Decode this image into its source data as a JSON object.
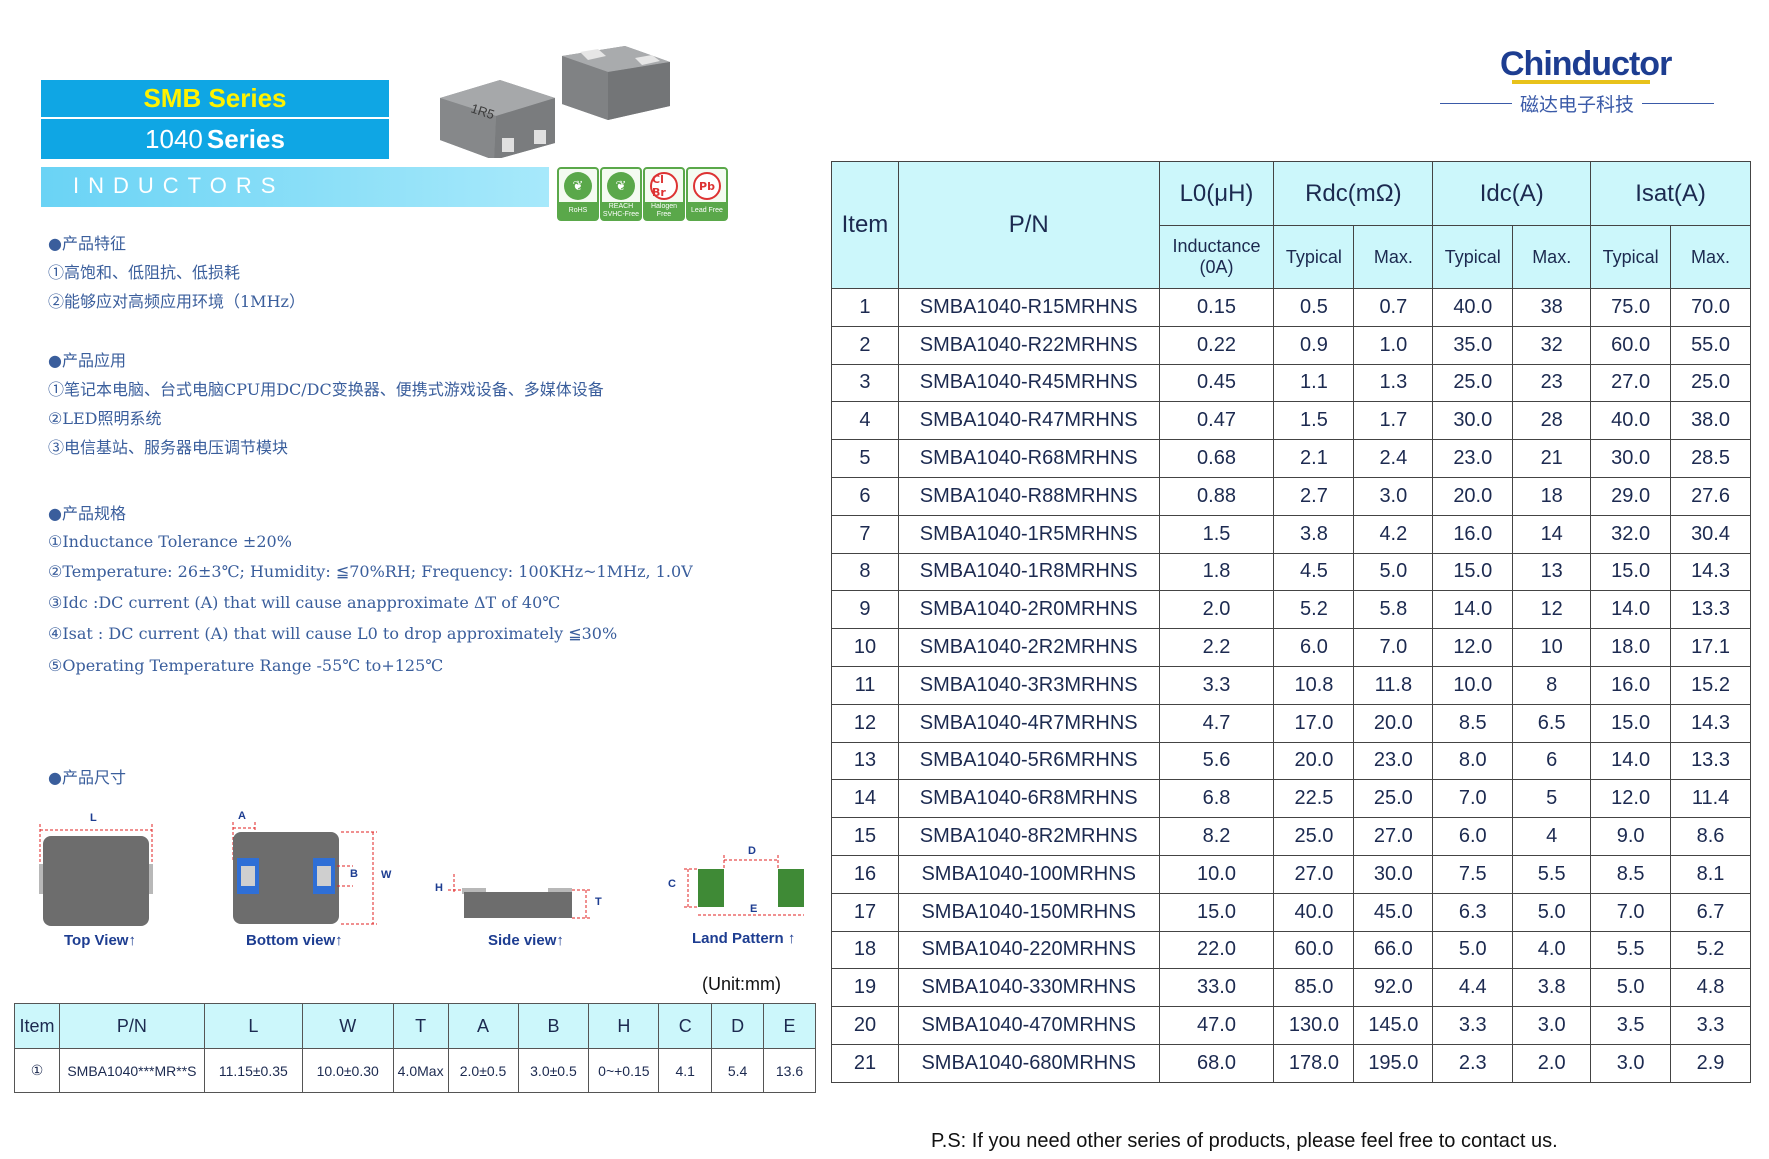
{
  "header": {
    "series_line1": "SMB Series",
    "series_line2_num": "1040",
    "series_line2_word": "Series",
    "category": "INDUCTORS",
    "badges": [
      {
        "icon": "leaf-icon",
        "label": "RoHS"
      },
      {
        "icon": "leaf-icon",
        "label": "REACH SVHC-Free"
      },
      {
        "icon": "no-halogen-icon",
        "label": "Halogen Free",
        "symbol": "Cl Br"
      },
      {
        "icon": "no-lead-icon",
        "label": "Lead Free",
        "symbol": "Pb"
      }
    ],
    "product_marking": "1R5"
  },
  "logo": {
    "brand": "Chinductor",
    "subtitle": "磁达电子科技",
    "brand_color": "#1d3d91",
    "accent_color": "#e8c21a"
  },
  "features": {
    "title": "●产品特征",
    "items": [
      "①高饱和、低阻抗、低损耗",
      "②能够应对高频应用环境（1MHz）"
    ]
  },
  "applications": {
    "title": "●产品应用",
    "items": [
      "①笔记本电脑、台式电脑CPU用DC/DC变换器、便携式游戏设备、多媒体设备",
      "②LED照明系统",
      "③电信基站、服务器电压调节模块"
    ]
  },
  "specs": {
    "title": "●产品规格",
    "items": [
      "①Inductance Tolerance ±20%",
      "②Temperature: 26±3℃; Humidity: ≦70%RH; Frequency: 100KHz~1MHz, 1.0V",
      "③Idc :DC current (A) that will cause anapproximate ΔT of 40℃",
      "④Isat : DC current (A) that will cause L0 to drop approximately ≦30%",
      "⑤Operating Temperature Range -55℃ to+125℃"
    ]
  },
  "dimensions": {
    "title": "●产品尺寸",
    "views": {
      "top": "Top View↑",
      "bottom": "Bottom view↑",
      "side": "Side view↑",
      "land": "Land Pattern ↑"
    },
    "labels": {
      "L": "L",
      "A": "A",
      "B": "B",
      "W": "W",
      "H": "H",
      "T": "T",
      "C": "C",
      "D": "D",
      "E": "E"
    },
    "unit": "(Unit:mm)",
    "table": {
      "headers": [
        "Item",
        "P/N",
        "L",
        "W",
        "T",
        "A",
        "B",
        "H",
        "C",
        "D",
        "E"
      ],
      "row": [
        "①",
        "SMBA1040***MR**S",
        "11.15±0.35",
        "10.0±0.30",
        "4.0Max",
        "2.0±0.5",
        "3.0±0.5",
        "0~+0.15",
        "4.1",
        "5.4",
        "13.6"
      ]
    }
  },
  "main_table": {
    "headers": {
      "item": "Item",
      "pn": "P/N",
      "l0": "L0(μH)",
      "rdc": "Rdc(mΩ)",
      "idc": "Idc(A)",
      "isat": "Isat(A)",
      "inductance": "Inductance",
      "inductance_sub": "(0A)",
      "typical": "Typical",
      "max": "Max."
    },
    "rows": [
      [
        "1",
        "SMBA1040-R15MRHNS",
        "0.15",
        "0.5",
        "0.7",
        "40.0",
        "38",
        "75.0",
        "70.0"
      ],
      [
        "2",
        "SMBA1040-R22MRHNS",
        "0.22",
        "0.9",
        "1.0",
        "35.0",
        "32",
        "60.0",
        "55.0"
      ],
      [
        "3",
        "SMBA1040-R45MRHNS",
        "0.45",
        "1.1",
        "1.3",
        "25.0",
        "23",
        "27.0",
        "25.0"
      ],
      [
        "4",
        "SMBA1040-R47MRHNS",
        "0.47",
        "1.5",
        "1.7",
        "30.0",
        "28",
        "40.0",
        "38.0"
      ],
      [
        "5",
        "SMBA1040-R68MRHNS",
        "0.68",
        "2.1",
        "2.4",
        "23.0",
        "21",
        "30.0",
        "28.5"
      ],
      [
        "6",
        "SMBA1040-R88MRHNS",
        "0.88",
        "2.7",
        "3.0",
        "20.0",
        "18",
        "29.0",
        "27.6"
      ],
      [
        "7",
        "SMBA1040-1R5MRHNS",
        "1.5",
        "3.8",
        "4.2",
        "16.0",
        "14",
        "32.0",
        "30.4"
      ],
      [
        "8",
        "SMBA1040-1R8MRHNS",
        "1.8",
        "4.5",
        "5.0",
        "15.0",
        "13",
        "15.0",
        "14.3"
      ],
      [
        "9",
        "SMBA1040-2R0MRHNS",
        "2.0",
        "5.2",
        "5.8",
        "14.0",
        "12",
        "14.0",
        "13.3"
      ],
      [
        "10",
        "SMBA1040-2R2MRHNS",
        "2.2",
        "6.0",
        "7.0",
        "12.0",
        "10",
        "18.0",
        "17.1"
      ],
      [
        "11",
        "SMBA1040-3R3MRHNS",
        "3.3",
        "10.8",
        "11.8",
        "10.0",
        "8",
        "16.0",
        "15.2"
      ],
      [
        "12",
        "SMBA1040-4R7MRHNS",
        "4.7",
        "17.0",
        "20.0",
        "8.5",
        "6.5",
        "15.0",
        "14.3"
      ],
      [
        "13",
        "SMBA1040-5R6MRHNS",
        "5.6",
        "20.0",
        "23.0",
        "8.0",
        "6",
        "14.0",
        "13.3"
      ],
      [
        "14",
        "SMBA1040-6R8MRHNS",
        "6.8",
        "22.5",
        "25.0",
        "7.0",
        "5",
        "12.0",
        "11.4"
      ],
      [
        "15",
        "SMBA1040-8R2MRHNS",
        "8.2",
        "25.0",
        "27.0",
        "6.0",
        "4",
        "9.0",
        "8.6"
      ],
      [
        "16",
        "SMBA1040-100MRHNS",
        "10.0",
        "27.0",
        "30.0",
        "7.5",
        "5.5",
        "8.5",
        "8.1"
      ],
      [
        "17",
        "SMBA1040-150MRHNS",
        "15.0",
        "40.0",
        "45.0",
        "6.3",
        "5.0",
        "7.0",
        "6.7"
      ],
      [
        "18",
        "SMBA1040-220MRHNS",
        "22.0",
        "60.0",
        "66.0",
        "5.0",
        "4.0",
        "5.5",
        "5.2"
      ],
      [
        "19",
        "SMBA1040-330MRHNS",
        "33.0",
        "85.0",
        "92.0",
        "4.4",
        "3.8",
        "5.0",
        "4.8"
      ],
      [
        "20",
        "SMBA1040-470MRHNS",
        "47.0",
        "130.0",
        "145.0",
        "3.3",
        "3.0",
        "3.5",
        "3.3"
      ],
      [
        "21",
        "SMBA1040-680MRHNS",
        "68.0",
        "178.0",
        "195.0",
        "2.3",
        "2.0",
        "3.0",
        "2.9"
      ]
    ]
  },
  "footer": {
    "note": "P.S: If you need other series of products, please feel free to contact us."
  }
}
